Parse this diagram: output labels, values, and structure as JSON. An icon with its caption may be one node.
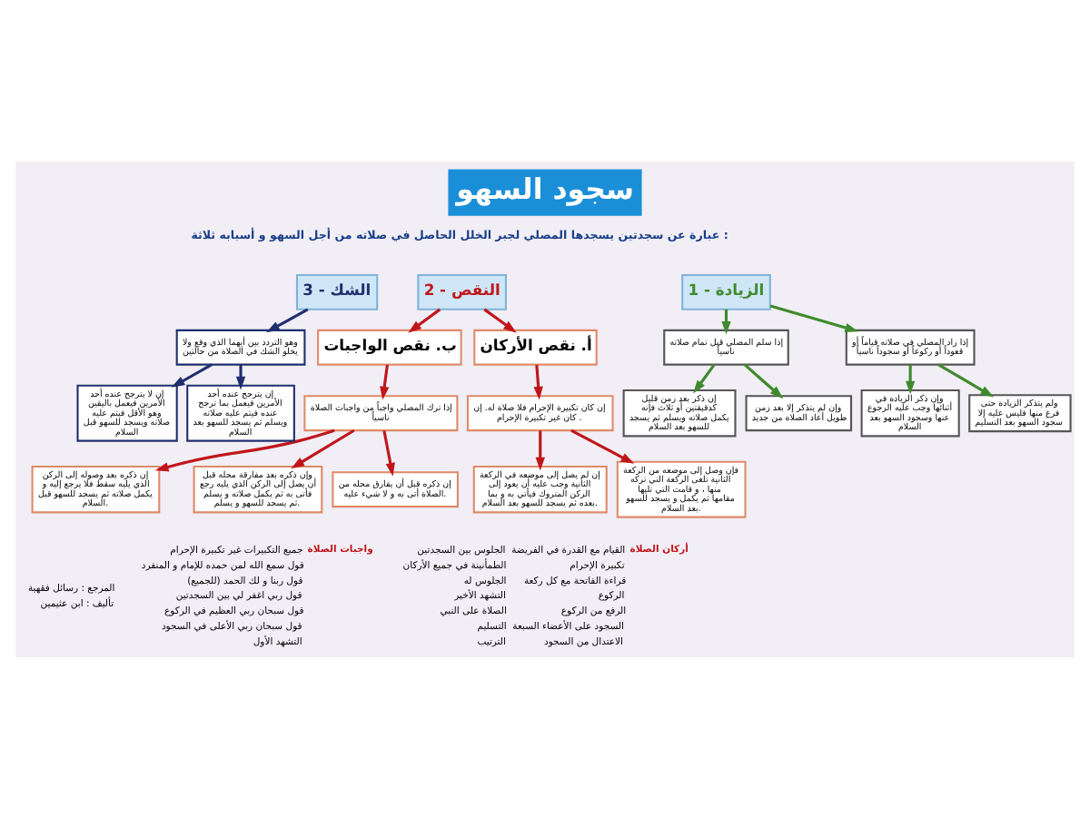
{
  "diagram": {
    "title": "سجود السهو",
    "nodes": [
      {
        "text": [
          "1 - الزيادة"
        ]
      },
      {
        "text": [
          "2 - النقص"
        ]
      },
      {
        "text": [
          "3 - الشك"
        ]
      },
      {
        "text": [
          "إذا زاد المصلي في صلاته قياماً أو قعوداً أو ركوعاً أو سجوداً ناسياً"
        ]
      },
      {
        "text": [
          "إذا سلم المصلي قبل تمام صلاته ناسياً"
        ]
      },
      {
        "text": [
          "ولم يتذكر الزيادة حتى فرغ منها فليس عليه إلا سجود السهو بعد التسليم"
        ]
      },
      {
        "text": [
          "وإن ذكر الزيادة في أثنائها وجب عليه الرجوع عنها وسجود السهو بعد السلام"
        ]
      },
      {
        "text": [
          "وإن لم يتذكر إلا بعد زمن طويل أعاد الصلاة من جديد"
        ]
      },
      {
        "text": [
          "إن ذكر بعد زمن قليل كدقيقتين أو ثلاث فإنه يكمل صلاته ويسلم ثم يسجد للسهو بعد السلام"
        ]
      },
      {
        "text": [
          "وهو التردد بين أيهما الذي وقع ولا يخلو الشك في الصلاة من حالتين"
        ]
      },
      {
        "text": [
          "إن يترجح عنده أحد الأمرين فيعمل بما ترجح عنده فيتم عليه صلاته ويسلم ثم يسجد للسهو بعد السلام"
        ]
      },
      {
        "text": [
          "إن لا يترجح عنده أحد الأمرين فيعمل باليقين وهو الأقل فيتم عليه صلاته ويسجد للسهو قبل السلام"
        ]
      },
      {
        "text": [
          "أ. نقص الأركان"
        ]
      },
      {
        "text": [
          "إن كان تكبيرة الإحرام فلا صلاة له. إن كان غير تكبيرة الإحرام ."
        ]
      },
      {
        "text": [
          "فإن وصل إلى موضعه من الركعة الثانية تلغى الركعة التي تركه منها ، و قامت التي تليها مقامها ثم يكمل و يسجد للسهو بعد السلام."
        ]
      },
      {
        "text": [
          "إن لم يصل إلى موضعه في الركعة الثانية وجب عليه أن يعود إلى الركن المتروك فيأتي به و بما بعده ثم يسجد للسهو بعد السلام."
        ]
      },
      {
        "text": [
          "ب. نقص الواجبات"
        ]
      },
      {
        "text": [
          "إذا ترك المصلي واجباً من واجبات الصلاة ناسياً"
        ]
      },
      {
        "text": [
          "إن ذكره قبل أن يفارق محله من الصلاة أتى به و لا شيء عليه."
        ]
      },
      {
        "text": [
          "وإن ذكره بعد مفارقة محله قبل أن يصل إلى الركن الذي يليه رجع فأتى به ثم يكمل صلاته و يسلم ثم يسجد للسهو و يسلم."
        ]
      },
      {
        "text": [
          "إن ذكره بعد وصوله إلى الركن الذي يليه سقط فلا يرجع إليه و يكمل صلاته ثم يسجد للسهو قبل السلام."
        ]
      }
    ],
    "edges": [
      {
        "from": 0,
        "to": 3,
        "arrow": "to",
        "color": "#3f8a2e"
      },
      {
        "from": 0,
        "to": 4,
        "arrow": "to",
        "color": "#3f8a2e"
      },
      {
        "from": 3,
        "to": 5,
        "arrow": "to",
        "color": "#3f8a2e"
      },
      {
        "from": 3,
        "to": 6,
        "arrow": "to",
        "color": "#3f8a2e"
      },
      {
        "from": 4,
        "to": 7,
        "arrow": "to",
        "color": "#3f8a2e"
      },
      {
        "from": 4,
        "to": 8,
        "arrow": "to",
        "color": "#3f8a2e"
      },
      {
        "from": 2,
        "to": 9,
        "arrow": "to",
        "color": "#1f2f6e"
      },
      {
        "from": 9,
        "to": 10,
        "arrow": "to",
        "color": "#1f2f6e"
      },
      {
        "from": 9,
        "to": 11,
        "arrow": "to",
        "color": "#1f2f6e"
      },
      {
        "from": 1,
        "to": 12,
        "arrow": "to"
      },
      {
        "from": 1,
        "to": 16,
        "arrow": "to"
      },
      {
        "from": 12,
        "to": 13,
        "arrow": "to"
      },
      {
        "from": 13,
        "to": 14,
        "arrow": "to"
      },
      {
        "from": 13,
        "to": 15,
        "arrow": "to"
      },
      {
        "from": 16,
        "to": 17,
        "arrow": "to"
      },
      {
        "from": 17,
        "to": 18,
        "arrow": "to"
      },
      {
        "from": 17,
        "to": 19,
        "arrow": "to"
      },
      {
        "from": 17,
        "to": 20,
        "arrow": "to"
      }
    ],
    "labels": [
      "عبارة عن سجدتين يسجدها المصلي لجبر الخلل الحاصل في صلاته من أجل السهو و أسبابه ثلاثة :",
      "أركان الصلاة",
      "القيام مع القدرة في الفريضة",
      "تكبيرة الإحرام",
      "قراءة الفاتحة مع كل ركعة",
      "الركوع",
      "الرفع من الركوع",
      "السجود على الأعضاء السبعة",
      "الاعتدال من السجود",
      "الجلوس بين السجدتين",
      "الطمأنينة في جميع الأركان",
      "الجلوس له",
      "التشهد الأخير",
      "الصلاة على النبي",
      "التسليم",
      "الترتيب",
      "واجبات الصلاة",
      "جميع التكبيرات غير تكبيرة الإحرام",
      "قول سمع الله لمن حمده للإمام و المنفرد",
      "قول ربنا و لك الحمد (للجميع)",
      "قول ربي اغفر لي بين السجدتين",
      "قول سبحان ربي العظيم في الركوع",
      "قول سبحان ربي الأعلى في السجود",
      "التشهد الأول",
      "المرجع : رسائل فقهية",
      "تأليف : ابن عثيمين"
    ]
  }
}
